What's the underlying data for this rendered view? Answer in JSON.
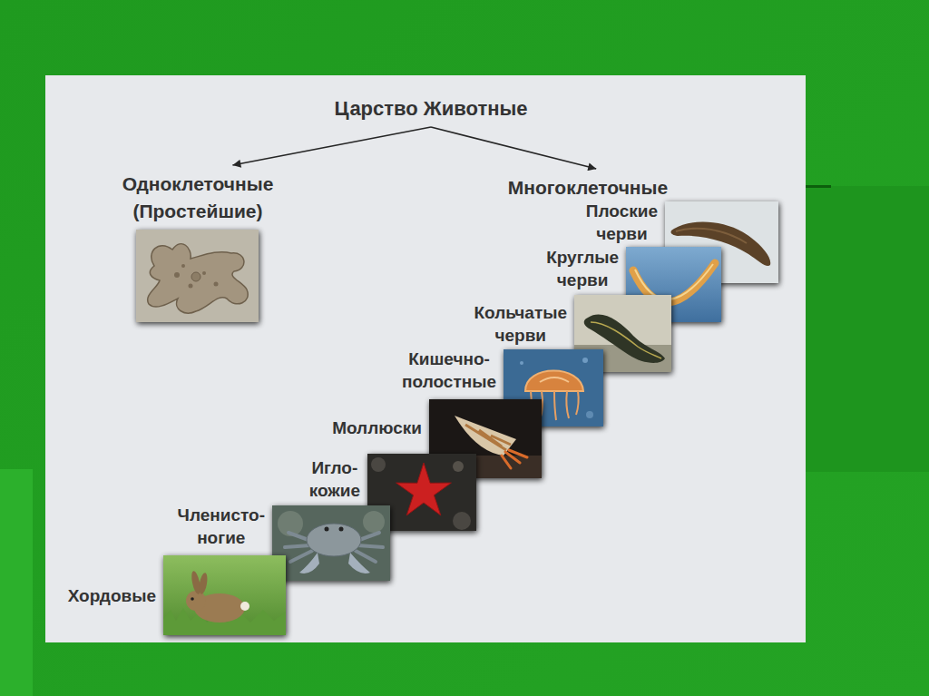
{
  "diagram": {
    "nodes": [
      {
        "text": [
          "Царство Животные"
        ]
      },
      {
        "text": [
          "Одноклеточные (Простейшие)"
        ]
      },
      {
        "text": [
          "Многоклеточные"
        ]
      },
      {
        "text": [
          "Плоские черви"
        ]
      },
      {
        "text": [
          "Круглые черви"
        ]
      },
      {
        "text": [
          "Кольчатые черви"
        ]
      },
      {
        "text": [
          "Кишечно- полостные"
        ]
      },
      {
        "text": [
          "Моллюски"
        ]
      },
      {
        "text": [
          "Игло- кожие"
        ]
      },
      {
        "text": [
          "Членисто- ногие"
        ]
      },
      {
        "text": [
          "Хордовые"
        ]
      }
    ],
    "edges": [
      {
        "from": 0,
        "to": 1,
        "arrow": "to"
      },
      {
        "from": 0,
        "to": 2,
        "arrow": "to"
      }
    ]
  }
}
